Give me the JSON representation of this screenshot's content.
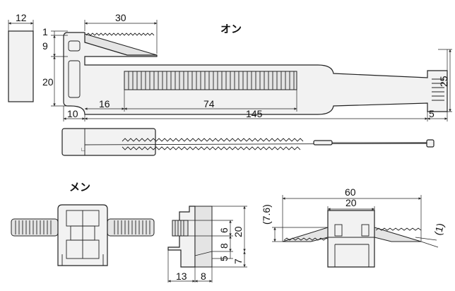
{
  "labels": {
    "male": "オン",
    "female": "メン"
  },
  "dims": {
    "top_width": "12",
    "tooth_len": "30",
    "tooth_gap": "1",
    "head_upper": "9",
    "head_lower": "20",
    "head_offset": "10",
    "strap_start": "16",
    "strap_len": "74",
    "total_len": "145",
    "end_tab": "5",
    "end_height": "25",
    "female_width": "60",
    "female_inner": "20",
    "female_h1": "(7.6)",
    "female_h2": "(1)",
    "side_6": "6",
    "side_20": "20",
    "side_8": "8",
    "side_5": "5",
    "side_7": "7",
    "side_13": "13",
    "side_8b": "8"
  }
}
